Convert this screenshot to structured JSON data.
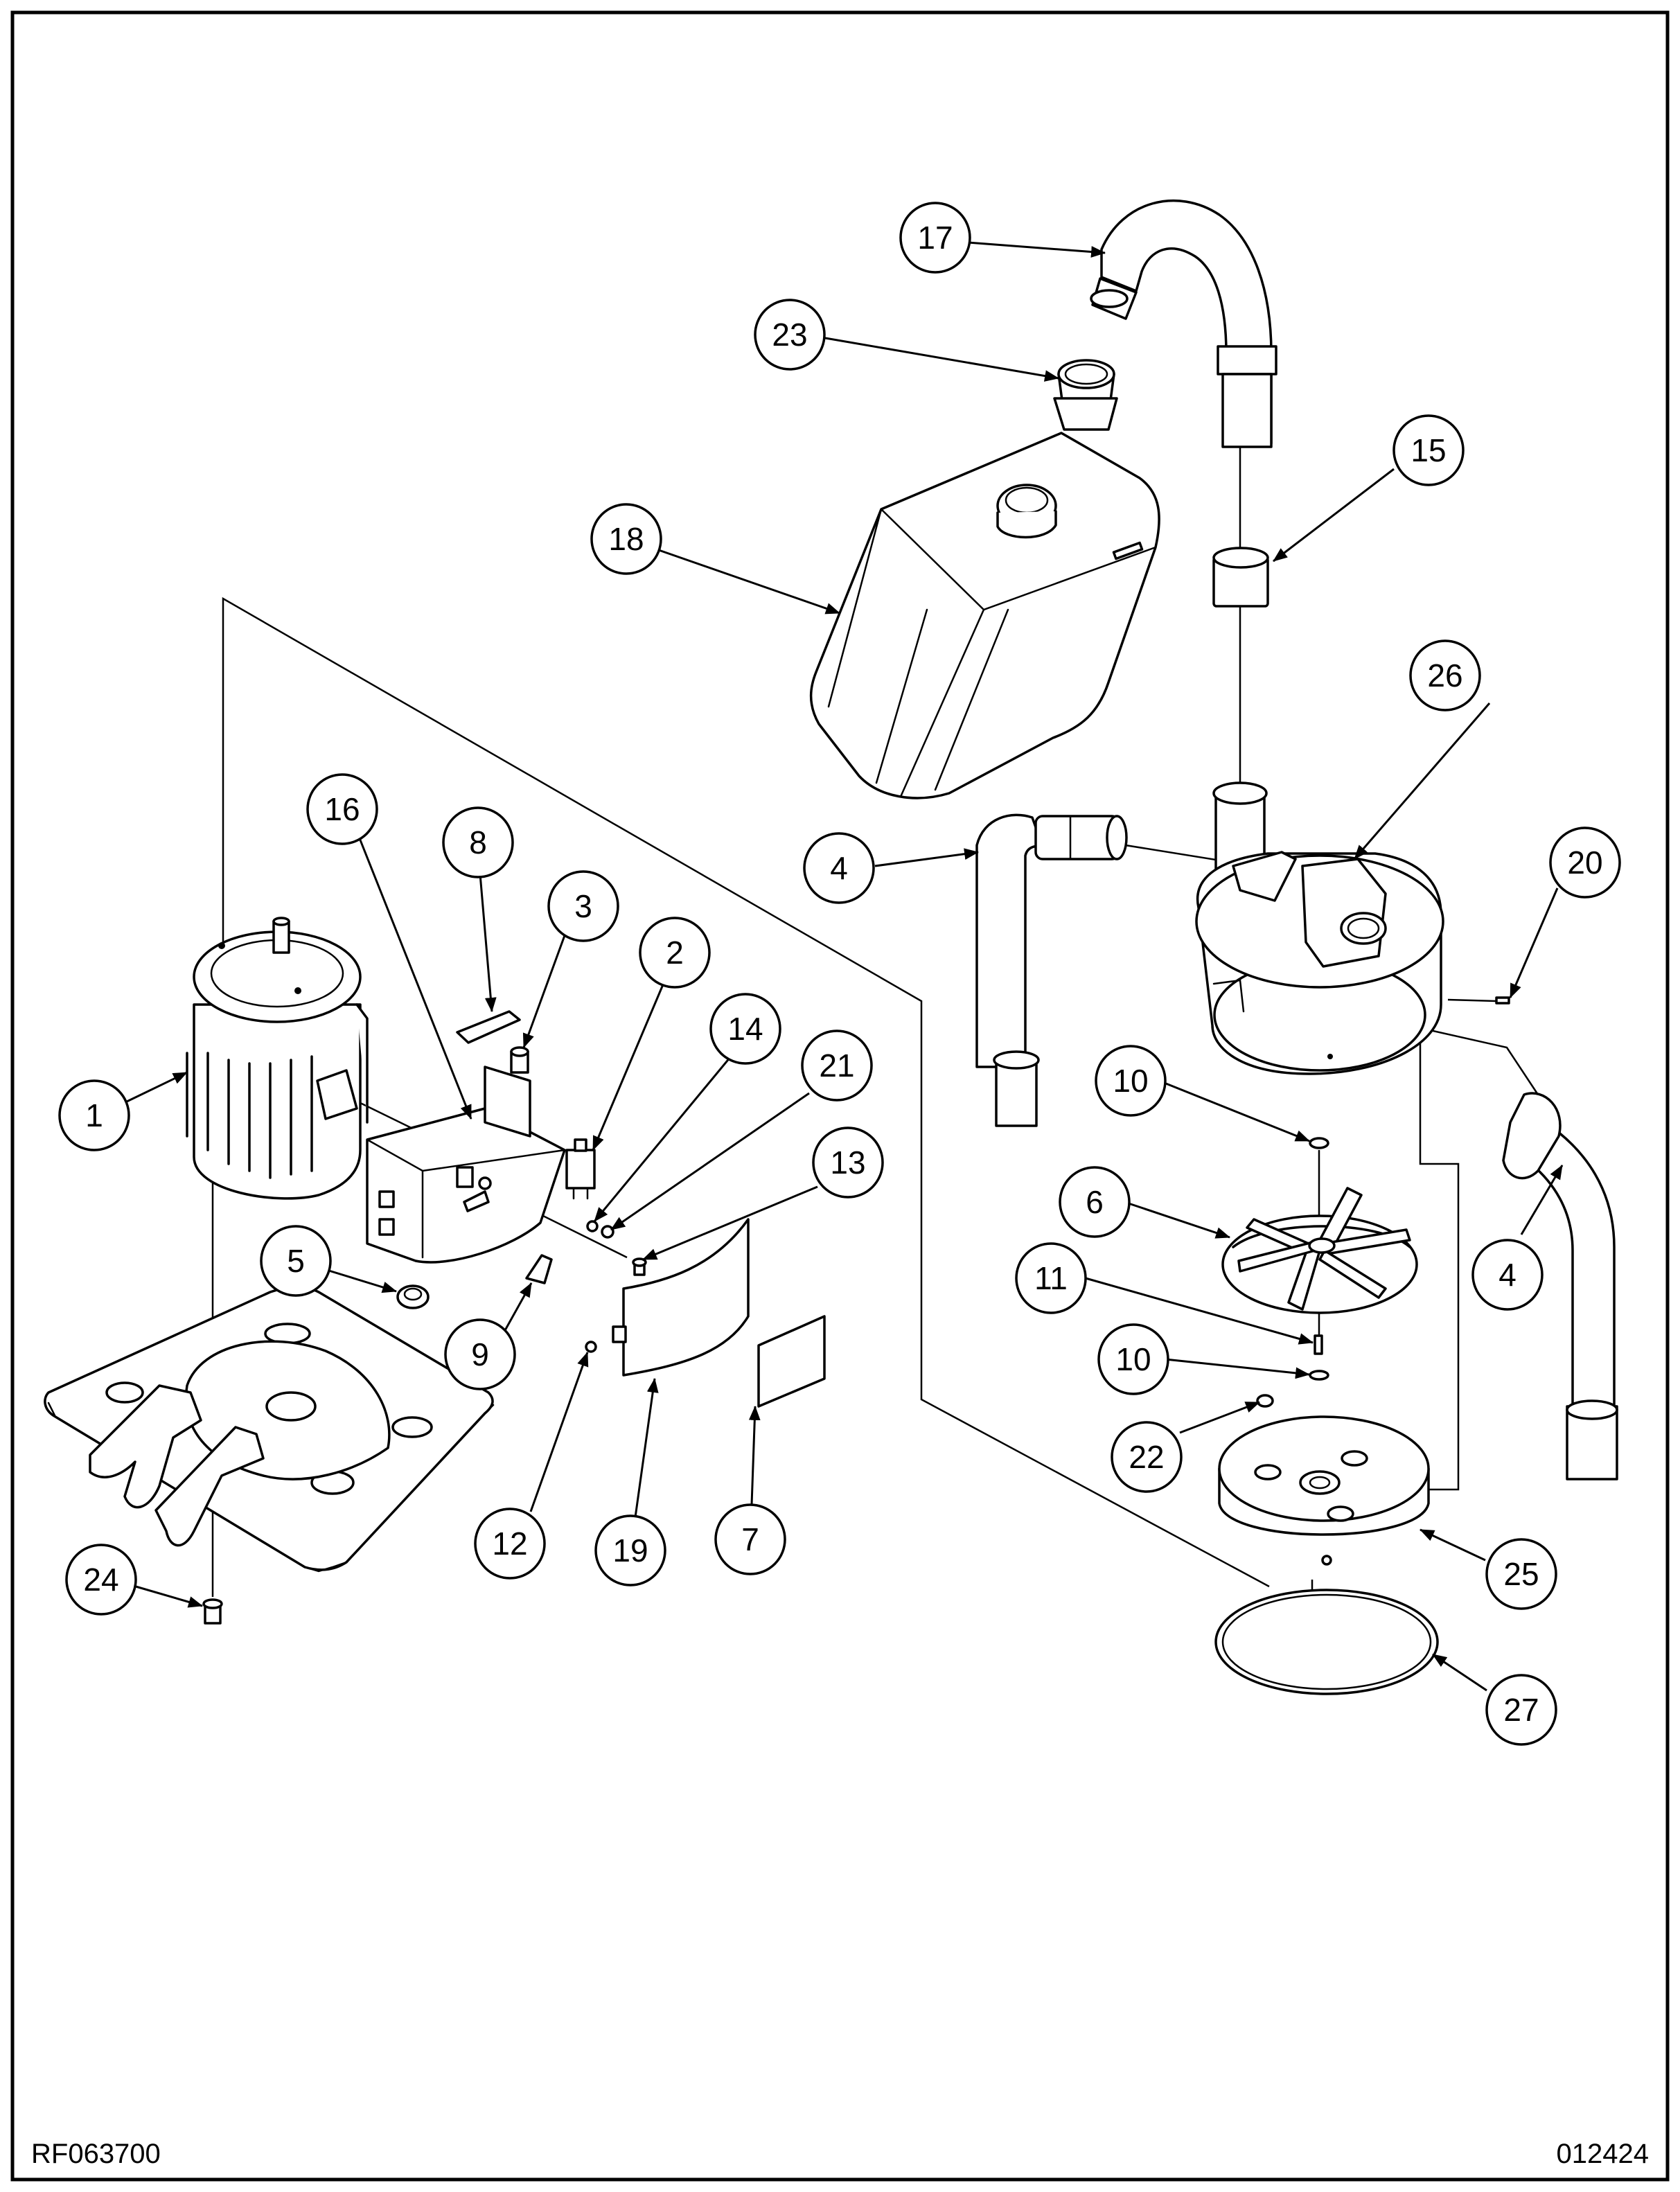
{
  "drawing": {
    "ref_left": "RF063700",
    "ref_right": "012424"
  },
  "callouts": [
    "1",
    "2",
    "3",
    "4",
    "4",
    "5",
    "6",
    "7",
    "8",
    "9",
    "10",
    "10",
    "11",
    "12",
    "13",
    "14",
    "15",
    "16",
    "17",
    "18",
    "19",
    "20",
    "21",
    "22",
    "23",
    "24",
    "25",
    "26",
    "27"
  ]
}
